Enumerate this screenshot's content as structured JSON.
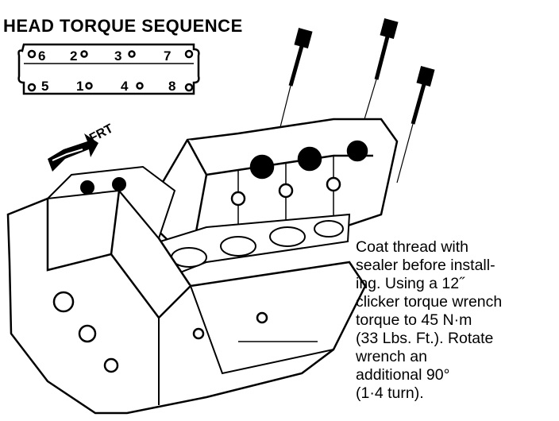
{
  "title": "HEAD TORQUE SEQUENCE",
  "sequence": {
    "top_row": [
      "6",
      "2",
      "3",
      "7"
    ],
    "bottom_row": [
      "5",
      "1",
      "4",
      "8"
    ]
  },
  "front_label": "FRT",
  "note_lines": [
    "Coat thread with",
    "sealer before install-",
    "ing. Using a 12˝",
    "clicker torque wrench",
    "torque to 45 N·m",
    "(33 Lbs. Ft.). Rotate",
    "wrench an",
    "additional 90°",
    "(1·4 turn)."
  ]
}
